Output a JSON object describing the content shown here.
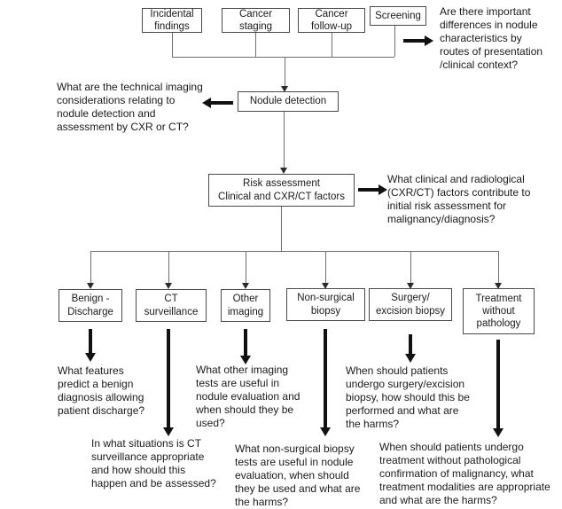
{
  "colors": {
    "background": "#ffffff",
    "box_border": "#4a4a4a",
    "connector_line": "#6e6e6e",
    "thick_arrow": "#111111",
    "text": "#1a1a1a"
  },
  "flow": {
    "top_boxes": [
      {
        "label": "Incidental\nfindings"
      },
      {
        "label": "Cancer\nstaging"
      },
      {
        "label": "Cancer\nfollow-up"
      },
      {
        "label": "Screening"
      }
    ],
    "top_right_question": "Are there important\ndifferences in nodule\ncharacteristics by\nroutes of presentation\n/clinical context?",
    "nodule_detection": {
      "label": "Nodule detection",
      "question": "What are the technical imaging\nconsiderations relating to\nnodule detection and\nassessment by CXR or CT?"
    },
    "risk_assessment": {
      "label": "Risk assessment\nClinical and CXR/CT factors",
      "question": "What clinical and radiological\n(CXR/CT) factors contribute to\ninitial risk assessment for\nmalignancy/diagnosis?"
    },
    "pathways": [
      {
        "label": "Benign -\nDischarge",
        "question": "What features\npredict a benign\ndiagnosis allowing\npatient discharge?"
      },
      {
        "label": "CT\nsurveillance",
        "question": "In what situations is CT\nsurveillance appropriate\nand how should this\nhappen and be assessed?"
      },
      {
        "label": "Other\nimaging",
        "question": "What other imaging\ntests are useful in\nnodule evaluation and\nwhen should they be\nused?"
      },
      {
        "label": "Non-surgical\nbiopsy",
        "question": "What non-surgical biopsy\ntests are useful in nodule\nevaluation, when should\nthey be used and what are\nthe harms?"
      },
      {
        "label": "Surgery/\nexcision biopsy",
        "question": "When should patients\nundergo surgery/excision\nbiopsy, how should this be\nperformed and what are\nthe harms?"
      },
      {
        "label": "Treatment\nwithout\npathology",
        "question": "When should patients undergo\ntreatment without pathological\nconfirmation of malignancy, what\ntreatment modalities are appropriate\nand what are the harms?"
      }
    ]
  }
}
